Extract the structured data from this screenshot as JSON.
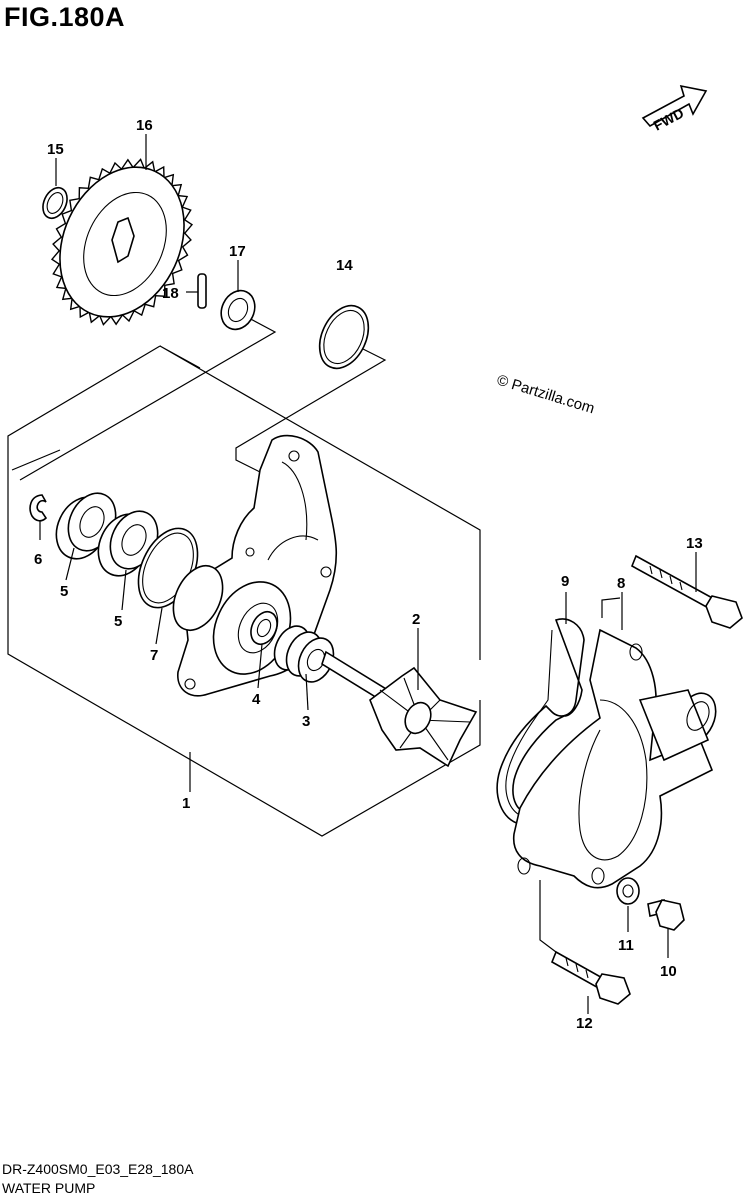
{
  "figure": {
    "title": "FIG.180A",
    "code": "DR-Z400SM0_E03_E28_180A",
    "name": "WATER PUMP",
    "watermark": "© Partzilla.com",
    "fwd_label": "FWD"
  },
  "callouts": [
    {
      "id": "c1",
      "label": "1"
    },
    {
      "id": "c2",
      "label": "2"
    },
    {
      "id": "c3",
      "label": "3"
    },
    {
      "id": "c4",
      "label": "4"
    },
    {
      "id": "c5a",
      "label": "5"
    },
    {
      "id": "c5b",
      "label": "5"
    },
    {
      "id": "c6",
      "label": "6"
    },
    {
      "id": "c7",
      "label": "7"
    },
    {
      "id": "c8",
      "label": "8"
    },
    {
      "id": "c9",
      "label": "9"
    },
    {
      "id": "c10",
      "label": "10"
    },
    {
      "id": "c11",
      "label": "11"
    },
    {
      "id": "c12",
      "label": "12"
    },
    {
      "id": "c13",
      "label": "13"
    },
    {
      "id": "c14",
      "label": "14"
    },
    {
      "id": "c15",
      "label": "15"
    },
    {
      "id": "c16",
      "label": "16"
    },
    {
      "id": "c17",
      "label": "17"
    },
    {
      "id": "c18",
      "label": "18"
    }
  ],
  "colors": {
    "ink": "#000000",
    "paper": "#ffffff"
  }
}
